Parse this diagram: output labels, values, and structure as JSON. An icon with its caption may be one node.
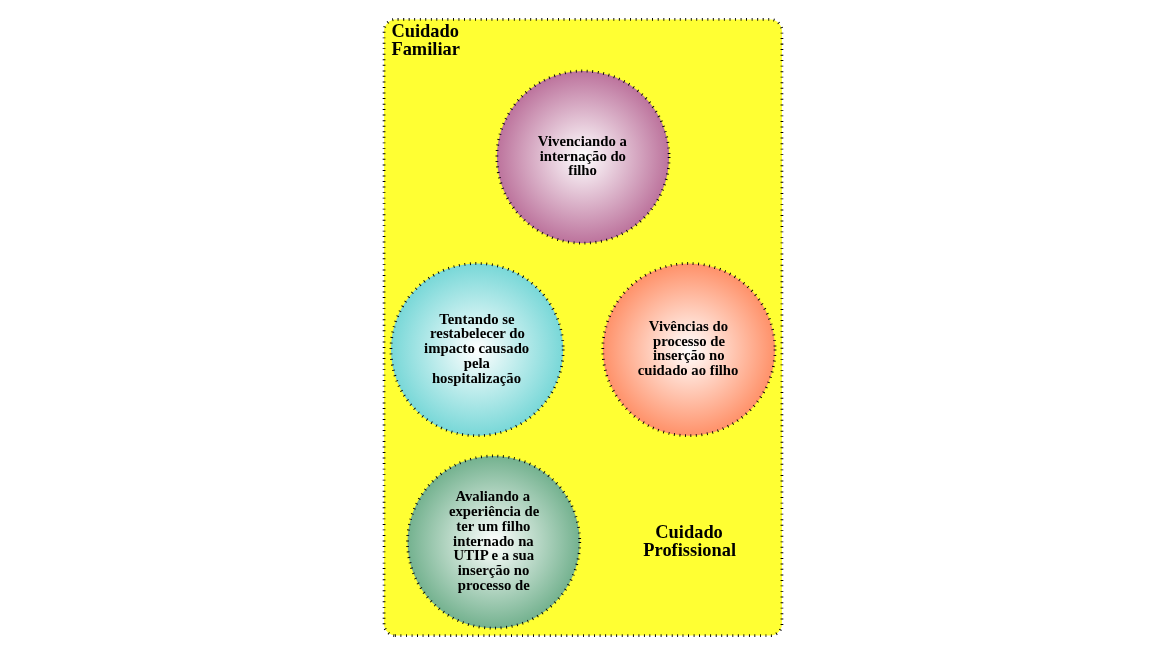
{
  "diagram": {
    "nodes": [
      {
        "text": [
          "Cuidado Familiar",
          "Cuidado Profissional"
        ]
      },
      {
        "text": [
          "Vivenciando a internação do filho"
        ],
        "in": 0
      },
      {
        "text": [
          "Tentando se restabelecer do impacto causado pela hospitalização"
        ],
        "in": 0
      },
      {
        "text": [
          "Vivências do processo de inserção no cuidado ao filho"
        ],
        "in": 0
      },
      {
        "text": [
          "Avaliando a experiência de ter um filho internado na UTIP e a sua inserção no processo de"
        ],
        "in": 0
      }
    ],
    "edges": []
  }
}
